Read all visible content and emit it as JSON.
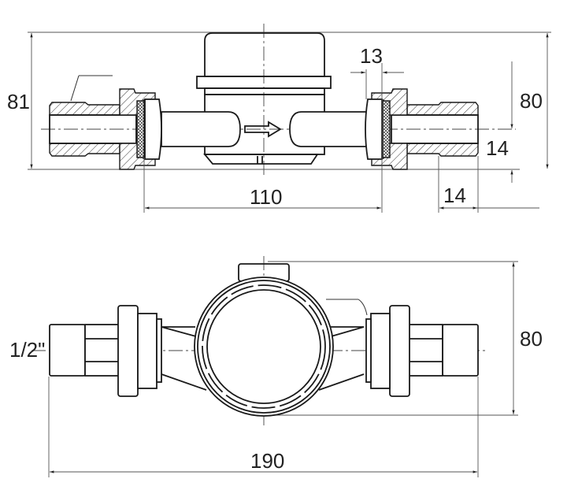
{
  "drawing": {
    "subject": "water meter dimensional drawing",
    "views": [
      "side-section-view",
      "top-view"
    ]
  },
  "side_view": {
    "dimensions": {
      "overall_height": "81",
      "total_height_right": "80",
      "nut_width": "13",
      "pipe_offset": "14",
      "thread_length": "14",
      "union_spacing": "110"
    }
  },
  "top_view": {
    "dimensions": {
      "thread_size": "1/2\"",
      "height": "80",
      "overall_length": "190"
    }
  },
  "colors": {
    "line": "#1a1a1a",
    "dimension": "#555555",
    "background": "#ffffff"
  }
}
